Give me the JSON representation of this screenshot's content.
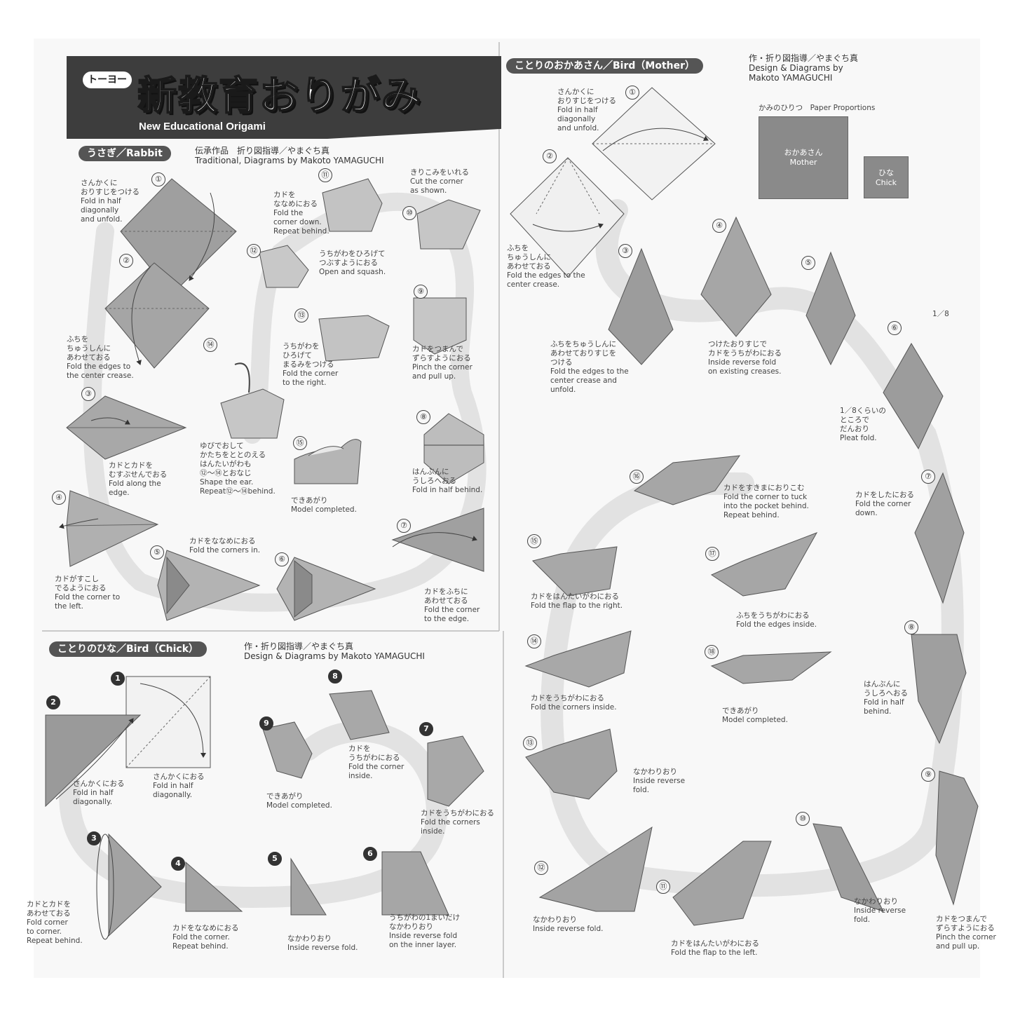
{
  "header": {
    "brand": "トーヨー",
    "title": "新教育おりがみ",
    "subtitle": "New Educational Origami"
  },
  "rabbit": {
    "heading": "うさぎ／Rabbit",
    "credit_line1": "伝承作品　折り図指導／やまぐち真",
    "credit_line2": "Traditional, Diagrams by Makoto YAMAGUCHI",
    "steps": [
      {
        "n": "①",
        "text": [
          "さんかくに",
          "おりすじをつける",
          "Fold in half",
          "diagonally",
          "and unfold."
        ]
      },
      {
        "n": "②",
        "text": [
          "ふちを",
          "ちゅうしんに",
          "あわせておる",
          "Fold the edges to",
          "the center crease."
        ]
      },
      {
        "n": "③",
        "text": [
          "カドとカドを",
          "むすぶせんでおる",
          "Fold along the",
          "edge."
        ]
      },
      {
        "n": "④",
        "text": [
          "カドがすこし",
          "でるようにおる",
          "Fold the corner to",
          "the left."
        ]
      },
      {
        "n": "⑤",
        "text": [
          "カドをななめにおる",
          "Fold the corners in."
        ]
      },
      {
        "n": "⑥",
        "text": []
      },
      {
        "n": "⑦",
        "text": [
          "カドをふちに",
          "あわせておる",
          "Fold the corner",
          "to the edge."
        ]
      },
      {
        "n": "⑧",
        "text": [
          "はんぶんに",
          "うしろへおる",
          "Fold in half behind."
        ]
      },
      {
        "n": "⑨",
        "text": [
          "カドをつまんで",
          "ずらすようにおる",
          "Pinch the corner",
          "and pull up."
        ]
      },
      {
        "n": "⑩",
        "text": [
          "きりこみをいれる",
          "Cut the corner",
          "as shown."
        ]
      },
      {
        "n": "⑪",
        "text": [
          "カドを",
          "ななめにおる",
          "Fold the",
          "corner down.",
          "Repeat behind."
        ]
      },
      {
        "n": "⑫",
        "text": [
          "うちがわをひろげて",
          "つぶすようにおる",
          "Open and squash."
        ]
      },
      {
        "n": "⑬",
        "text": [
          "うちがわを",
          "ひろげて",
          "まるみをつける",
          "Fold the corner",
          "to the right."
        ]
      },
      {
        "n": "⑭",
        "text": [
          "ゆびでおして",
          "かたちをととのえる",
          "はんたいがわも",
          "⑫～⑭とおなじ",
          "Shape the ear.",
          "Repeat⑫～⑭behind."
        ]
      },
      {
        "n": "⑮",
        "text": [
          "できあがり",
          "Model completed."
        ]
      }
    ]
  },
  "chick": {
    "heading": "ことりのひな／Bird（Chick）",
    "credit_line1": "作・折り図指導／やまぐち真",
    "credit_line2": "Design & Diagrams by Makoto YAMAGUCHI",
    "steps": [
      {
        "n": "1",
        "text": [
          "さんかくにおる",
          "Fold in half",
          "diagonally."
        ]
      },
      {
        "n": "2",
        "text": [
          "さんかくにおる",
          "Fold in half",
          "diagonally."
        ]
      },
      {
        "n": "3",
        "text": [
          "カドとカドを",
          "あわせておる",
          "Fold corner",
          "to corner.",
          "Repeat behind."
        ]
      },
      {
        "n": "4",
        "text": [
          "カドをななめにおる",
          "Fold the corner.",
          "Repeat behind."
        ]
      },
      {
        "n": "5",
        "text": [
          "なかわりおり",
          "Inside reverse fold."
        ]
      },
      {
        "n": "6",
        "text": [
          "うちがわの1まいだけ",
          "なかわりおり",
          "Inside reverse fold",
          "on the inner layer."
        ]
      },
      {
        "n": "7",
        "text": [
          "カドをうちがわにおる",
          "Fold the corners",
          "inside."
        ]
      },
      {
        "n": "8",
        "text": [
          "カドを",
          "うちがわにおる",
          "Fold the corner",
          "inside."
        ]
      },
      {
        "n": "9",
        "text": [
          "できあがり",
          "Model completed."
        ]
      }
    ]
  },
  "mother": {
    "heading": "ことりのおかあさん／Bird（Mother）",
    "credit_line1": "作・折り図指導／やまぐち真",
    "credit_line2": "Design & Diagrams by",
    "credit_line3": "Makoto YAMAGUCHI",
    "proportions": {
      "label": "かみのひりつ　Paper Proportions",
      "mother_jp": "おかあさん",
      "mother_en": "Mother",
      "chick_jp": "ひな",
      "chick_en": "Chick"
    },
    "pleat_mark": "1／8",
    "steps": [
      {
        "n": "①",
        "text": [
          "さんかくに",
          "おりすじをつける",
          "Fold in half",
          "diagonally",
          "and unfold."
        ]
      },
      {
        "n": "②",
        "text": [
          "ふちを",
          "ちゅうしんに",
          "あわせておる",
          "Fold the edges to the",
          "center crease."
        ]
      },
      {
        "n": "③",
        "text": [
          "ふちをちゅうしんに",
          "あわせておりすじを",
          "つける",
          "Fold the edges to the",
          "center crease and",
          "unfold."
        ]
      },
      {
        "n": "④",
        "text": [
          "つけたおりすじで",
          "カドをうちがわにおる",
          "Inside reverse fold",
          "on existing creases."
        ]
      },
      {
        "n": "⑤",
        "text": []
      },
      {
        "n": "⑥",
        "text": [
          "1／8くらいの",
          "ところで",
          "だんおり",
          "Pleat fold."
        ]
      },
      {
        "n": "⑦",
        "text": [
          "カドをしたにおる",
          "Fold the corner",
          "down."
        ]
      },
      {
        "n": "⑧",
        "text": [
          "はんぶんに",
          "うしろへおる",
          "Fold in half",
          "behind."
        ]
      },
      {
        "n": "⑨",
        "text": [
          "カドをつまんで",
          "ずらすようにおる",
          "Pinch the corner",
          "and pull up."
        ]
      },
      {
        "n": "⑩",
        "text": [
          "なかわりおり",
          "Inside reverse",
          "fold."
        ]
      },
      {
        "n": "⑪",
        "text": [
          "カドをはんたいがわにおる",
          "Fold the flap to the left."
        ]
      },
      {
        "n": "⑫",
        "text": [
          "なかわりおり",
          "Inside reverse fold."
        ]
      },
      {
        "n": "⑬",
        "text": [
          "なかわりおり",
          "Inside reverse",
          "fold."
        ]
      },
      {
        "n": "⑭",
        "text": [
          "カドをうちがわにおる",
          "Fold the corners inside."
        ]
      },
      {
        "n": "⑮",
        "text": [
          "カドをはんたいがわにおる",
          "Fold the flap to the right."
        ]
      },
      {
        "n": "⑯",
        "text": [
          "カドをすきまにおりこむ",
          "Fold the corner to tuck",
          "into the pocket behind.",
          "Repeat behind."
        ]
      },
      {
        "n": "⑰",
        "text": [
          "ふちをうちがわにおる",
          "Fold the edges inside."
        ]
      },
      {
        "n": "⑱",
        "text": [
          "できあがり",
          "Model completed."
        ]
      }
    ]
  }
}
